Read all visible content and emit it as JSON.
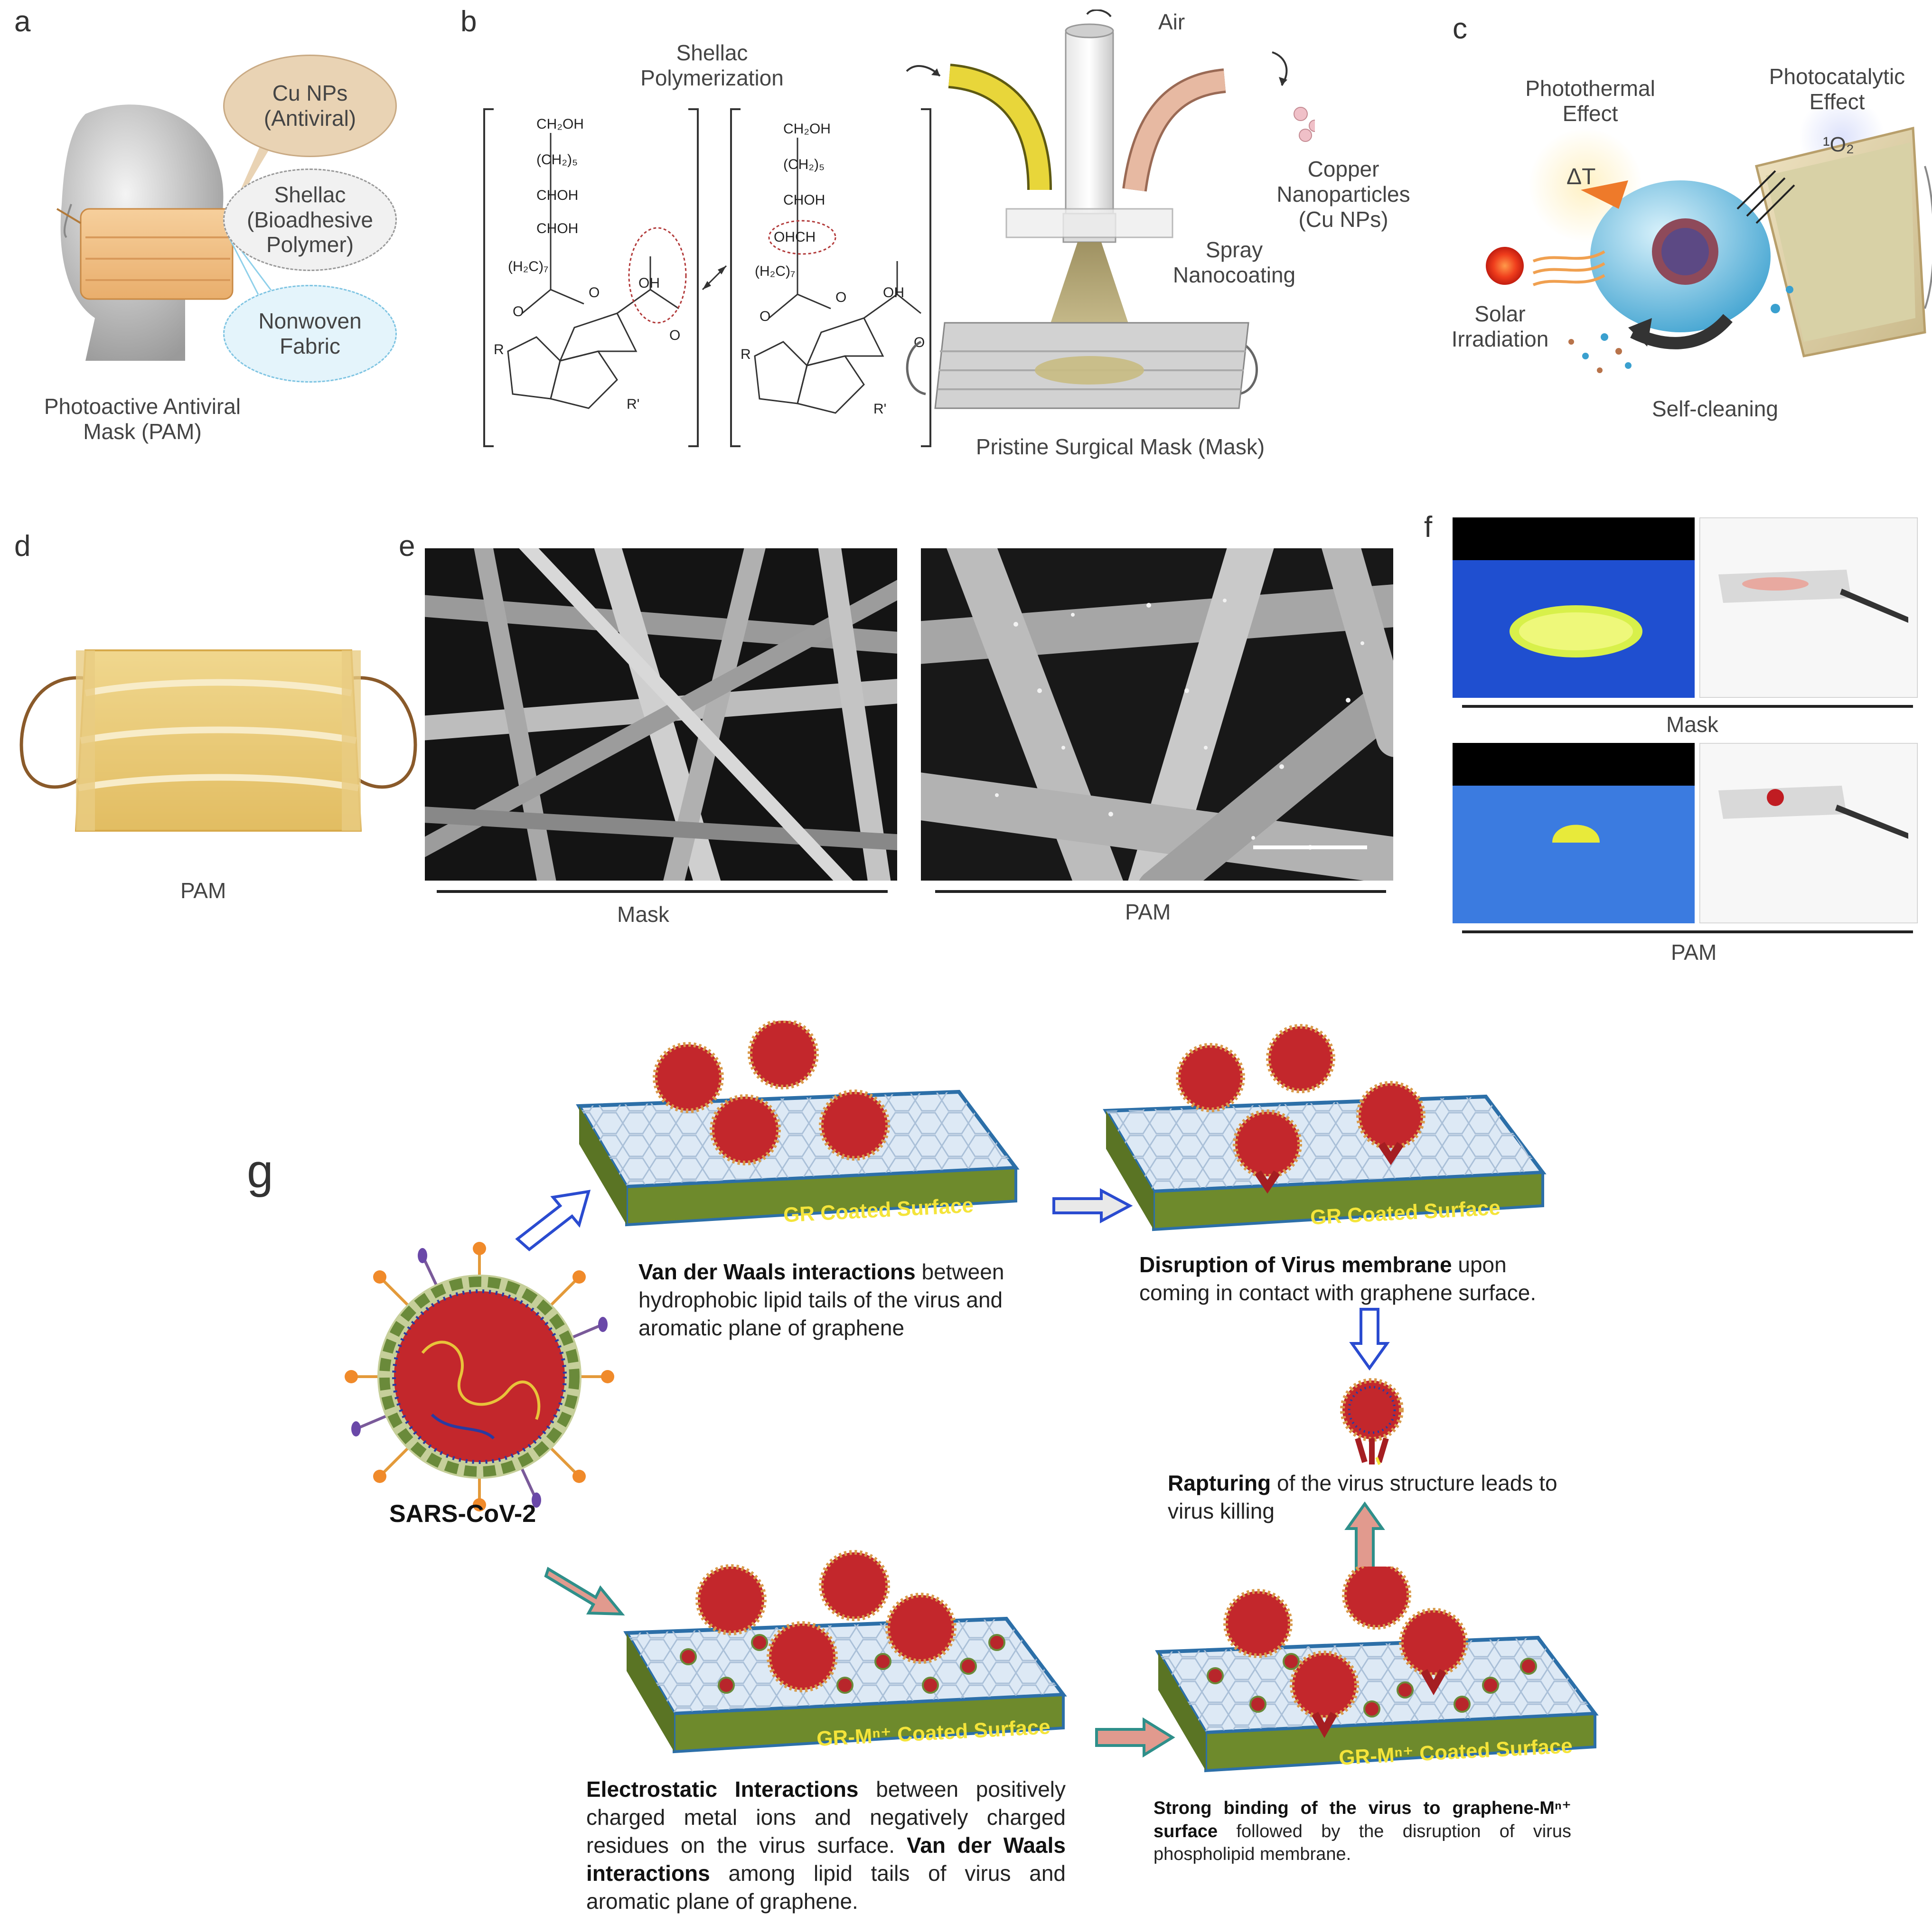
{
  "panel_labels": {
    "a": "a",
    "b": "b",
    "c": "c",
    "d": "d",
    "e": "e",
    "f": "f",
    "g": "g"
  },
  "panel_a": {
    "bubbles": [
      {
        "line1": "Cu NPs",
        "line2": "(Antiviral)"
      },
      {
        "line1": "Shellac",
        "line2": "(Bioadhesive",
        "line3": "Polymer)"
      },
      {
        "line1": "Nonwoven",
        "line2": "Fabric"
      }
    ],
    "caption_line1": "Photoactive Antiviral",
    "caption_line2": "Mask (PAM)",
    "colors": {
      "cu": "#e9d3b4",
      "shellac": "#f1f1f1",
      "fabric": "#e4f4fb",
      "mask": "#f2c58f"
    }
  },
  "panel_b": {
    "polymerization_line1": "Shellac",
    "polymerization_line2": "Polymerization",
    "air": "Air",
    "copper_line1": "Copper",
    "copper_line2": "Nanoparticles",
    "copper_line3": "(Cu NPs)",
    "spray_line1": "Spray",
    "spray_line2": "Nanocoating",
    "pristine": "Pristine Surgical Mask (Mask)",
    "chem": {
      "ch2oh": "CH₂OH",
      "ch2_5": "(CH₂)₅",
      "chohA": "CHOH",
      "chohB": "CHOH",
      "h2c7": "(H₂C)₇",
      "oh": "OH",
      "o1": "O",
      "o2": "O",
      "o3": "O",
      "r": "R",
      "rprime": "R'",
      "ohch": "OHCH"
    }
  },
  "panel_c": {
    "photothermal_line1": "Photothermal",
    "photothermal_line2": "Effect",
    "photocatalytic_line1": "Photocatalytic",
    "photocatalytic_line2": "Effect",
    "delta_t": "ΔT",
    "singlet_o2": "¹O₂",
    "solar_line1": "Solar",
    "solar_line2": "Irradiation",
    "self_cleaning": "Self-cleaning"
  },
  "panel_d": {
    "caption": "PAM"
  },
  "panel_e": {
    "left_caption": "Mask",
    "right_caption": "PAM"
  },
  "panel_f": {
    "top_caption": "Mask",
    "bottom_caption": "PAM"
  },
  "panel_g": {
    "virus_label": "SARS-CoV-2",
    "surface_gr": "GR Coated Surface",
    "surface_grm": "GR-Mⁿ⁺ Coated Surface",
    "vdw_bold": "Van der Waals interactions",
    "vdw_rest": " between hydrophobic lipid tails of the virus and aromatic plane of graphene",
    "disruption_bold": "Disruption of Virus membrane",
    "disruption_rest": " upon coming in contact with graphene surface.",
    "rapturing_bold": "Rapturing",
    "rapturing_rest": " of the virus structure leads to virus killing",
    "electro_bold": "Electrostatic Interactions",
    "electro_rest": " between positively charged metal ions and negatively charged residues on the virus surface. ",
    "electro_bold2": "Van der Waals interactions",
    "electro_rest2": " among lipid tails of virus and aromatic plane of graphene.",
    "strong_bold": "Strong binding of the virus to graphene-Mⁿ⁺ surface",
    "strong_rest": " followed by the disruption of virus phospholipid membrane.",
    "colors": {
      "virus": "#b8262b",
      "graphene": "#dde9f5",
      "base": "#6e8a2c",
      "edge": "#2c6fa8",
      "surface_text": "#f4e43a",
      "arrow_blue": "#2a4bd0",
      "arrow_teal": "#2f8f8a"
    }
  }
}
